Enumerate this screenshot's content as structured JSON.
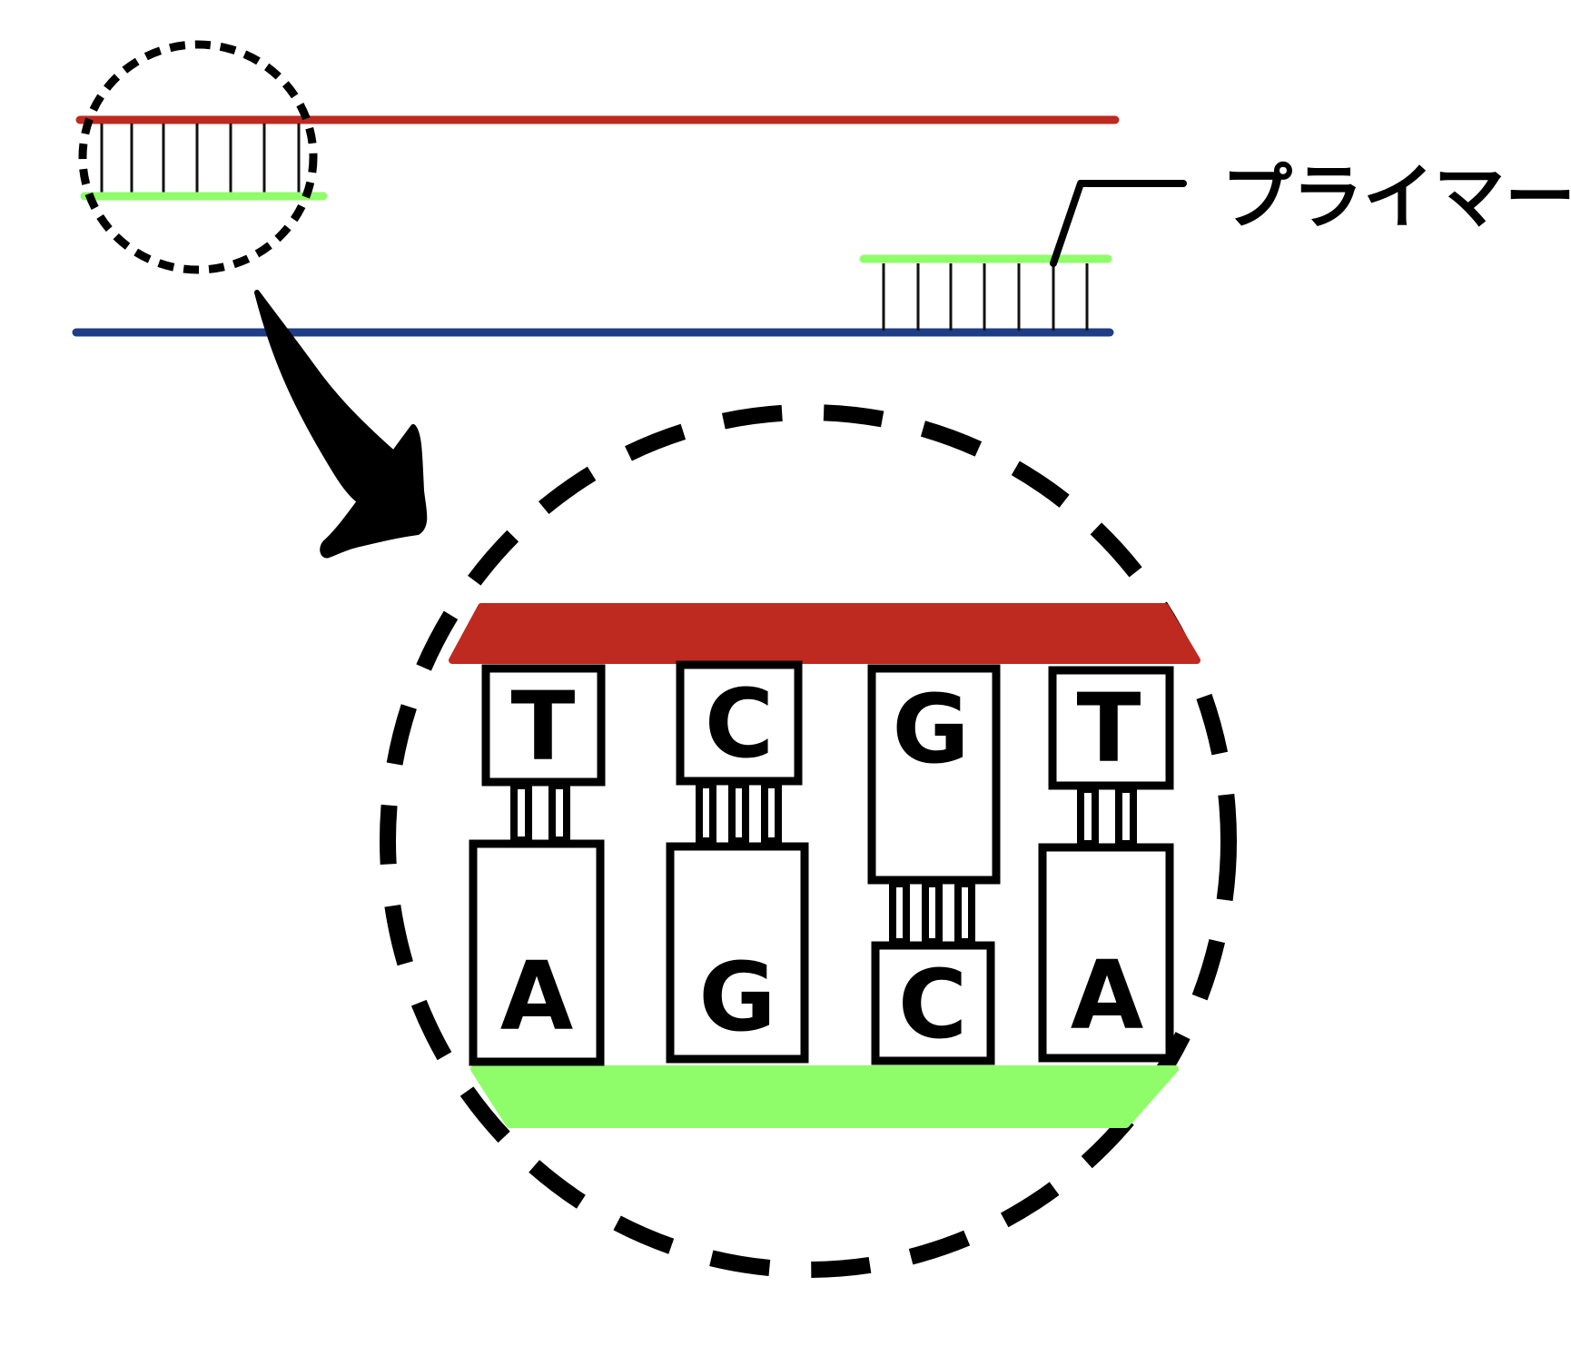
{
  "diagram": {
    "primer_label": "プライマー",
    "colors": {
      "template_top": "#be2a1f",
      "template_bottom": "#1f3d85",
      "primer": "#8ffd69",
      "outline": "#000000"
    },
    "base_pairs": [
      {
        "top": "T",
        "bottom": "A",
        "hydrogen_bonds": 2
      },
      {
        "top": "C",
        "bottom": "G",
        "hydrogen_bonds": 3
      },
      {
        "top": "G",
        "bottom": "C",
        "hydrogen_bonds": 3
      },
      {
        "top": "T",
        "bottom": "A",
        "hydrogen_bonds": 2
      }
    ]
  }
}
